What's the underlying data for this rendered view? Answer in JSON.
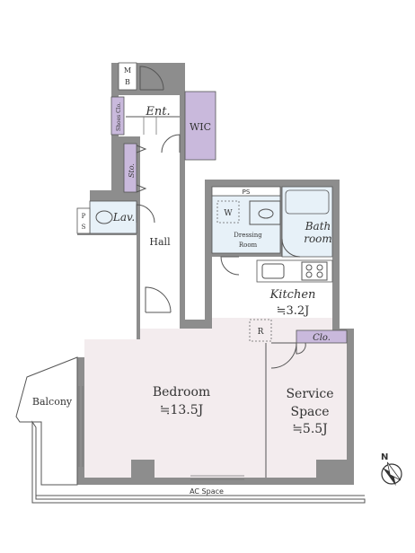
{
  "rooms": {
    "mb": {
      "line1": "M",
      "line2": "B"
    },
    "shoes_closet": "Shoes Clo.",
    "entrance": "Ent.",
    "wic": "WIC",
    "storage": "Sto.",
    "ps_top": "PS",
    "ps_left": {
      "line1": "P",
      "line2": "S"
    },
    "lavatory": "Lav.",
    "washer": "W",
    "dressing_room": {
      "line1": "Dressing",
      "line2": "Room"
    },
    "bathroom": {
      "line1": "Bath",
      "line2": "room"
    },
    "hall": "Hall",
    "kitchen": {
      "name": "Kitchen",
      "area": "≒3.2J"
    },
    "refrigerator": "R",
    "closet": "Clo.",
    "bedroom": {
      "name": "Bedroom",
      "area": "≒13.5J"
    },
    "service_space": {
      "line1": "Service",
      "line2": "Space",
      "area": "≒5.5J"
    },
    "balcony": "Balcony",
    "ac_space": "AC Space"
  },
  "compass": {
    "label": "N"
  },
  "colors": {
    "wall": "#8d8d8d",
    "floor_main": "#f3ecee",
    "floor_wet": "#e7f1f8",
    "floor_storage": "#c9b9dc"
  }
}
